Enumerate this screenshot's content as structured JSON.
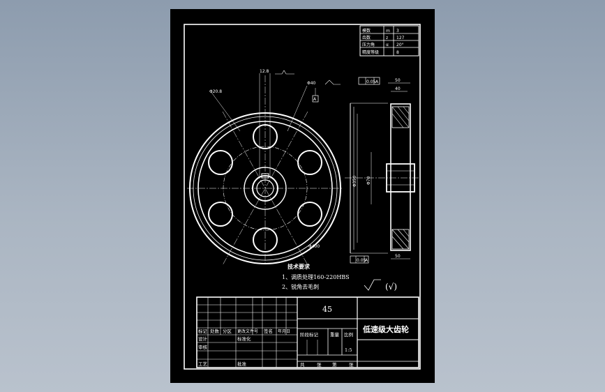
{
  "drawing": {
    "material": "45",
    "part_name": "低速级大齿轮",
    "scale": "1:5",
    "stage_label": "阶段标记",
    "weight_label": "重量",
    "scale_label": "比例",
    "bottom_row": [
      "共",
      "张",
      "第",
      "张"
    ],
    "designer_label": "设计",
    "tech_title": "技术要求",
    "tech_items": [
      "1、调质处理160-220HBS",
      "2、锐角去毛刺"
    ],
    "roughness_mark": "(√)",
    "dims": {
      "keyway": "12.8",
      "dia_left": "Φ20.8",
      "dia_a": "Φ40",
      "width_top": "50",
      "width_bottom": "40",
      "bore_dia": "Φ350",
      "hub_dia": "Φ70",
      "outer_dia": "Φ400",
      "tol_top": "0.05",
      "tol_bottom": "0.05",
      "datum": "A"
    },
    "gear_table": [
      [
        "模数",
        "m",
        "3"
      ],
      [
        "齿数",
        "z",
        "127"
      ],
      [
        "压力角",
        "α",
        "20°"
      ],
      [
        "精度等级",
        "",
        "8"
      ]
    ],
    "title_block_rows": [
      [
        "标记",
        "处数",
        "分区",
        "更改文件号",
        "签名",
        "年月日"
      ],
      [
        "设计",
        "",
        "标准化",
        ""
      ],
      [
        "审核",
        "",
        "",
        ""
      ],
      [
        "工艺",
        "",
        "批准",
        ""
      ]
    ]
  }
}
